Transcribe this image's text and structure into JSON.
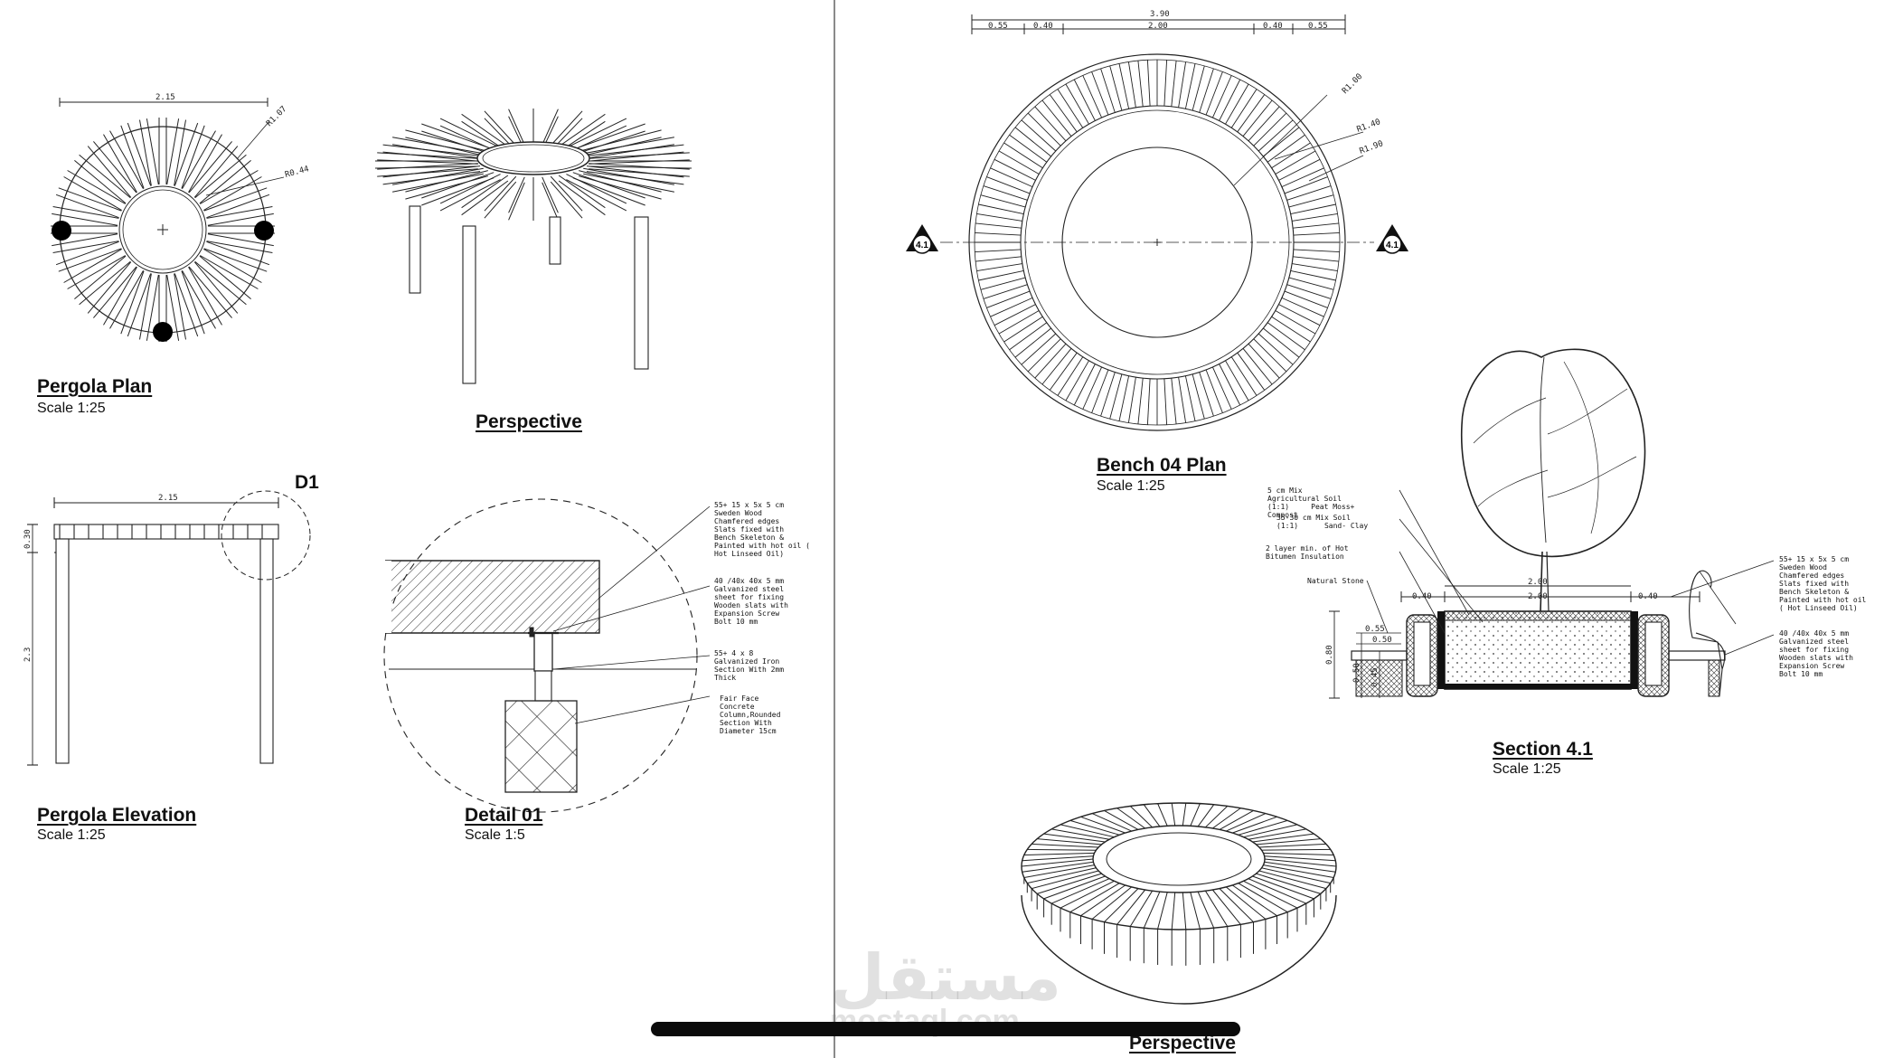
{
  "views": {
    "pergola_plan": {
      "title": "Pergola Plan",
      "scale": "Scale 1:25",
      "dim_width": "2.15",
      "r1": "R1.07",
      "r2": "R0.44"
    },
    "pergola_perspective": {
      "title": "Perspective"
    },
    "pergola_elevation": {
      "title": "Pergola Elevation",
      "scale": "Scale 1:25",
      "dim_width": "2.15",
      "dim_top": "0.30",
      "dim_height": "2.3",
      "detail_tag": "D1"
    },
    "detail_01": {
      "title": "Detail 01",
      "scale": "Scale 1:5",
      "notes": [
        "55+ 15 x 5x 5 cm\nSweden Wood\nChamfered edges\nSlats fixed with\nBench Skeleton &\nPainted with hot oil (\nHot Linseed Oil)",
        "40 /40x 40x 5 mm\nGalvanized steel\nsheet for fixing\nWooden slats with\nExpansion Screw\nBolt 10 mm",
        "55+ 4 x 8\nGalvanized Iron\nSection With 2mm\nThick",
        "Fair Face\nConcrete\nColumn,Rounded\nSection With\nDiameter 15cm"
      ]
    },
    "bench_plan": {
      "title": "Bench 04 Plan",
      "scale": "Scale 1:25",
      "dim_total": "3.90",
      "dim_segments": [
        "0.55",
        "0.40",
        "2.00",
        "0.40",
        "0.55"
      ],
      "radii": [
        "R1.00",
        "R1.40",
        "R1.90"
      ],
      "section_marks": [
        "4.1",
        "4.1"
      ]
    },
    "section_41": {
      "title": "Section 4.1",
      "scale": "Scale 1:25",
      "notes_left": [
        "5 cm Mix\nAgricultural Soil\n(1:1)     Peat Moss+\nCompost",
        "35-30 cm Mix Soil\n(1:1)      Sand- Clay",
        "2 layer min. of Hot\nBitumen Insulation",
        "Natural Stone"
      ],
      "notes_right": [
        "55+ 15 x 5x 5 cm\nSweden Wood\nChamfered edges\nSlats fixed with\nBench Skeleton &\nPainted with hot oil\n( Hot Linseed Oil)",
        "40 /40x 40x 5 mm\nGalvanized steel\nsheet for fixing\nWooden slats with\nExpansion Screw\nBolt 10 mm"
      ],
      "dims": [
        "0.40",
        "2.00",
        "2.00",
        "0.40",
        "0.55",
        "0.50",
        "0.80",
        "0.50",
        "0.45"
      ]
    },
    "bench_perspective": {
      "title": "Perspective"
    }
  },
  "watermark": {
    "arabic": "مستقل",
    "latin": "mostaql.com"
  }
}
